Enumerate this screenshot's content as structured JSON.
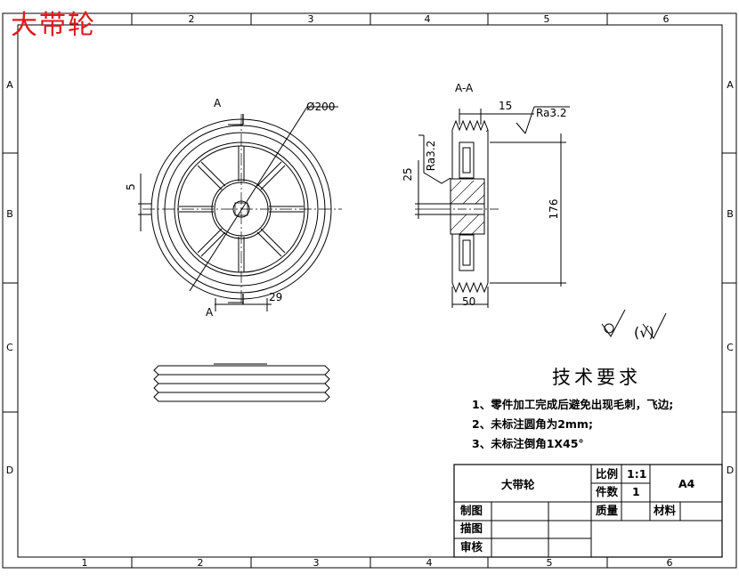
{
  "drawing_title": "大带轮",
  "zone_columns": [
    "1",
    "2",
    "3",
    "4",
    "5",
    "6"
  ],
  "zone_rows": [
    "A",
    "B",
    "C",
    "D"
  ],
  "front_view": {
    "section_mark_top": "A",
    "section_mark_bottom": "A",
    "dim_diameter": "Ø200",
    "dim_keyway": "5",
    "dim_hub": "29"
  },
  "section_view": {
    "title": "A-A",
    "dim_groove_width": "15",
    "roughness_top": "Ra3.2",
    "roughness_bore": "Ra3.2",
    "dim_bore": "25",
    "dim_inner_diameter": "176",
    "dim_width": "50"
  },
  "surface_symbols": "(√)",
  "tech_requirements": {
    "title": "技术要求",
    "items": [
      "1、零件加工完成后避免出现毛刺，飞边;",
      "2、未标注圆角为2mm;",
      "3、未标注倒角1X45°"
    ]
  },
  "title_block": {
    "part_name": "大带轮",
    "scale_label": "比例",
    "scale_value": "1:1",
    "quantity_label": "件数",
    "quantity_value": "1",
    "sheet_size": "A4",
    "mass_label": "质量",
    "material_label": "材料",
    "drawn_label": "制图",
    "traced_label": "描图",
    "checked_label": "审核"
  }
}
